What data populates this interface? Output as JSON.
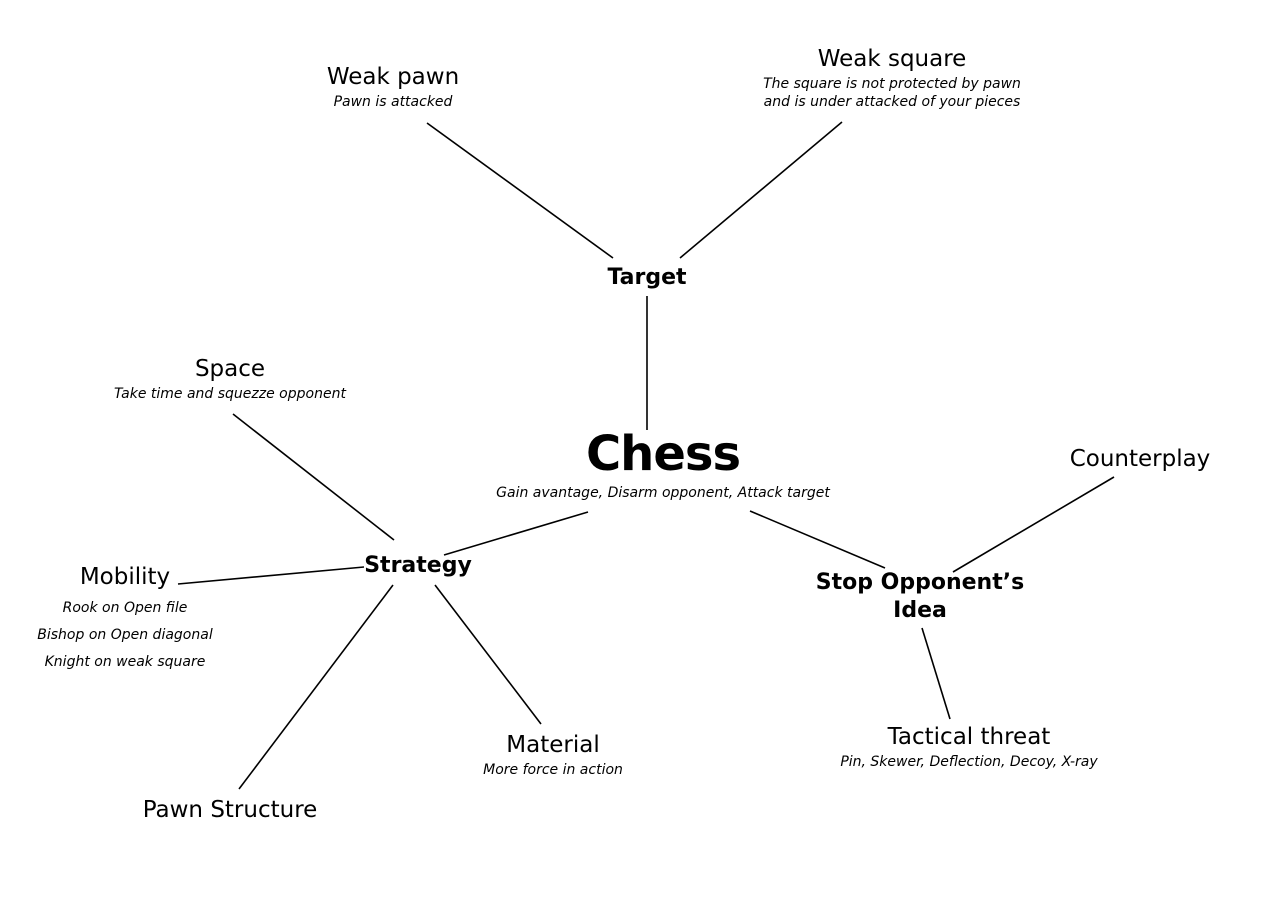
{
  "center": {
    "title": "Chess",
    "subtitle": "Gain avantage, Disarm opponent, Attack target"
  },
  "hubs": {
    "target": "Target",
    "strategy": "Strategy",
    "stop_line1": "Stop Opponent’s",
    "stop_line2": "Idea"
  },
  "leaves": {
    "weak_pawn": {
      "title": "Weak pawn",
      "subtitle": "Pawn is attacked"
    },
    "weak_square": {
      "title": "Weak square",
      "line1": "The square is not protected by pawn",
      "line2": "and is under attacked of your pieces"
    },
    "space": {
      "title": "Space",
      "subtitle": "Take time and squezze opponent"
    },
    "mobility": {
      "title": "Mobility",
      "items": [
        "Rook on Open file",
        "Bishop on Open diagonal",
        "Knight on weak square"
      ]
    },
    "material": {
      "title": "Material",
      "subtitle": "More force in action"
    },
    "pawn_structure": {
      "title": "Pawn Structure"
    },
    "counterplay": {
      "title": "Counterplay"
    },
    "tactical_threat": {
      "title": "Tactical threat",
      "subtitle": "Pin, Skewer, Deflection, Decoy, X-ray"
    }
  }
}
